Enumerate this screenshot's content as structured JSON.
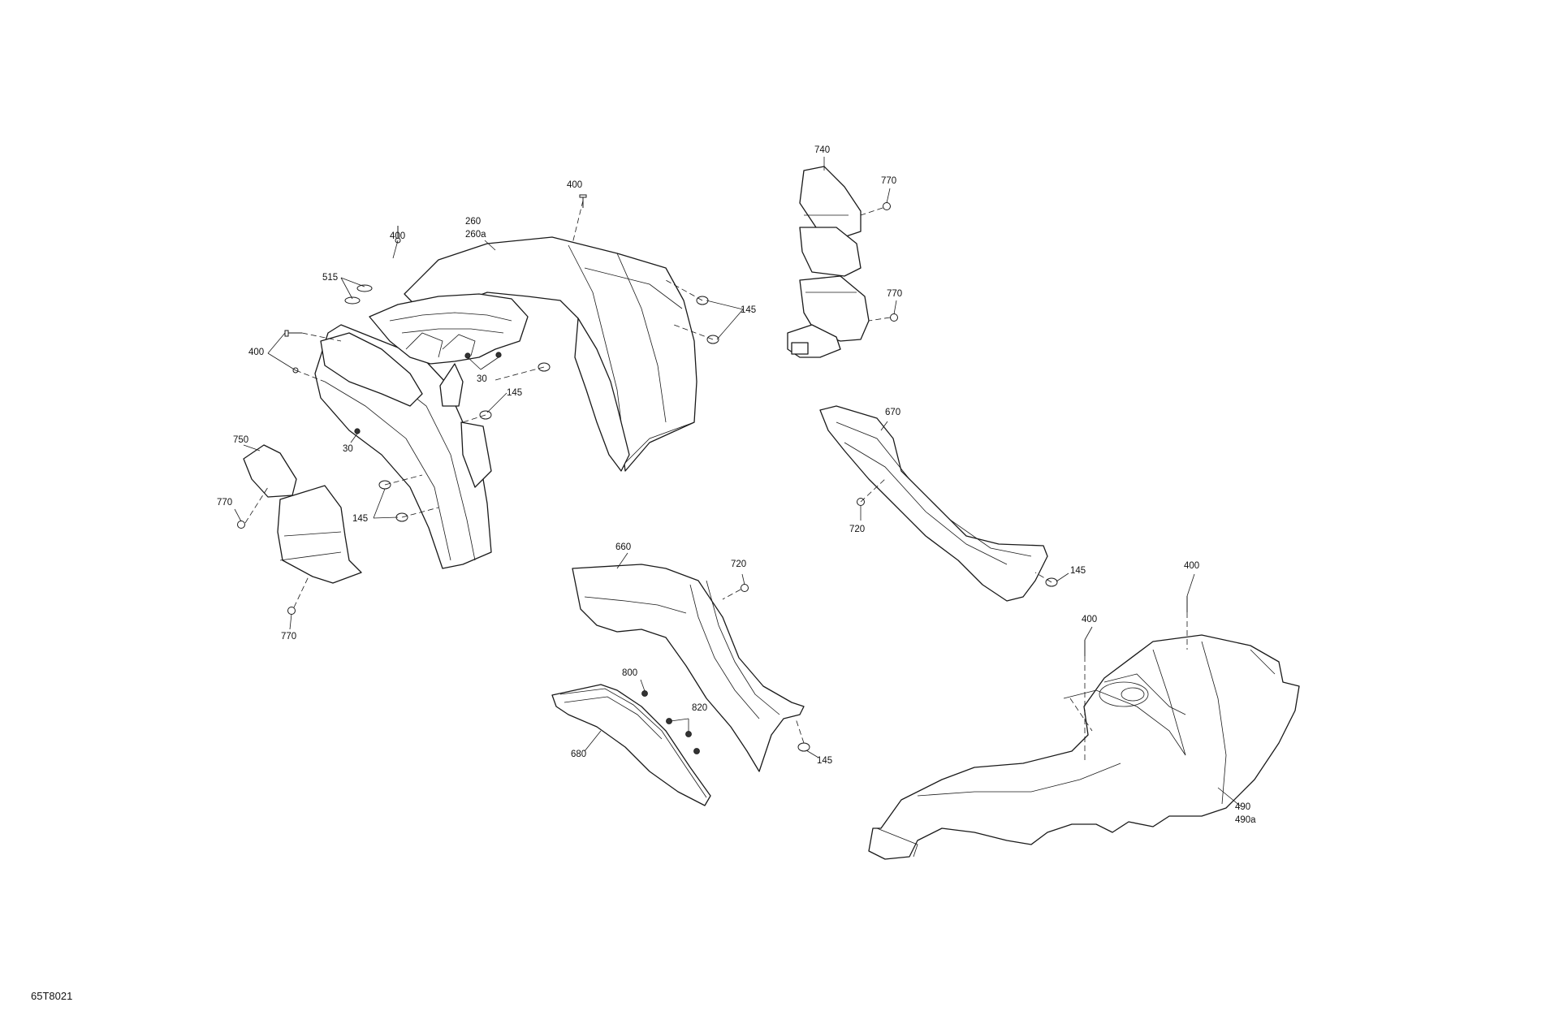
{
  "diagram": {
    "reference_code": "65T8021",
    "callouts": {
      "c400_top": "400",
      "c260": "260",
      "c260a": "260a",
      "c400_mid": "400",
      "c515": "515",
      "c400_left": "400",
      "c30_a": "30",
      "c30_b": "30",
      "c145_right": "145",
      "c145_mid": "145",
      "c145_low": "145",
      "c750": "750",
      "c770_left": "770",
      "c770_bottom": "770",
      "c740": "740",
      "c770_top": "770",
      "c770_right": "770",
      "c670": "670",
      "c720_right": "720",
      "c145_670": "145",
      "c660": "660",
      "c720_center": "720",
      "c800": "800",
      "c820": "820",
      "c680": "680",
      "c145_660": "145",
      "c400_far_right": "400",
      "c400_console": "400",
      "c490": "490",
      "c490a": "490a"
    }
  }
}
